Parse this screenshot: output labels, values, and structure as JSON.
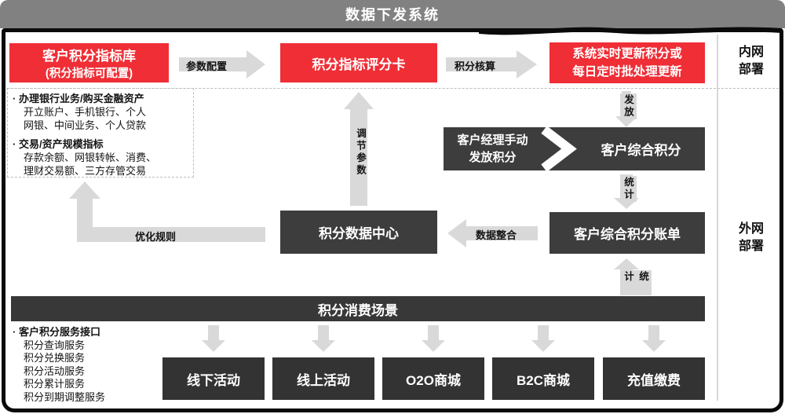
{
  "banner": {
    "title": "数据下发系统"
  },
  "deployment": {
    "internal": [
      "内网",
      "部署"
    ],
    "external": [
      "外网",
      "部署"
    ]
  },
  "flow": {
    "indicator_library": {
      "line1": "客户积分指标库",
      "line2": "(积分指标可配置)"
    },
    "scorecard": "积分指标评分卡",
    "update_box": {
      "line1": "系统实时更新积分或",
      "line2": "每日定时批处理更新"
    },
    "manual_issue": {
      "line1": "客户经理手动",
      "line2": "发放积分"
    },
    "composite_points": "客户综合积分",
    "points_bill": "客户综合积分账单",
    "data_center": "积分数据中心",
    "consumption_bar": "积分消费场景",
    "arrows": {
      "param_config": "参数配置",
      "score_calc": "积分核算",
      "issue": "发放",
      "stats": "统计",
      "data_integration": "数据整合",
      "adjust_params": "调节参数",
      "optimize_rules": "优化规则"
    }
  },
  "indicator_notes": {
    "bullet": "·",
    "groups": [
      {
        "title": "办理银行业务/购买金融资产",
        "lines": [
          "开立账户、手机银行、个人",
          "网银、中间业务、个人贷款"
        ]
      },
      {
        "title": "交易/资产规模指标",
        "lines": [
          "存款余额、网银转帐、消费、",
          "理财交易额、三方存管交易"
        ]
      }
    ]
  },
  "service_interface": {
    "bullet": "·",
    "title": "客户积分服务接口",
    "items": [
      "积分查询服务",
      "积分兑换服务",
      "积分活动服务",
      "积分累计服务",
      "积分到期调整服务"
    ]
  },
  "consumption_channels": [
    "线下活动",
    "线上活动",
    "O2O商城",
    "B2C商城",
    "充值缴费"
  ],
  "colors": {
    "accent_red": "#ef2e36",
    "dark_box": "#3d3d3d",
    "banner_gray": "#818181",
    "arrow_gray": "#d9d9d9",
    "border_black": "#0a0a0a"
  }
}
